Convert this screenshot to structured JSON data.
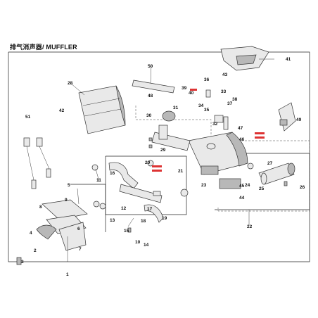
{
  "title": "排气消声器/ MUFFLER",
  "callouts": [
    "1",
    "2",
    "3",
    "4",
    "5",
    "6",
    "7",
    "8",
    "9",
    "10",
    "11",
    "12",
    "13",
    "14",
    "15",
    "16",
    "17",
    "18",
    "19",
    "20",
    "21",
    "22",
    "23",
    "24",
    "25",
    "26",
    "27",
    "28",
    "29",
    "30",
    "31",
    "32",
    "33",
    "34",
    "35",
    "36",
    "37",
    "38",
    "39",
    "40",
    "41",
    "42",
    "43",
    "44",
    "45",
    "46",
    "47",
    "48",
    "49",
    "50",
    "51"
  ],
  "colors": {
    "accent": "#d33333",
    "line": "#222222",
    "part": "#e9e9e9"
  }
}
